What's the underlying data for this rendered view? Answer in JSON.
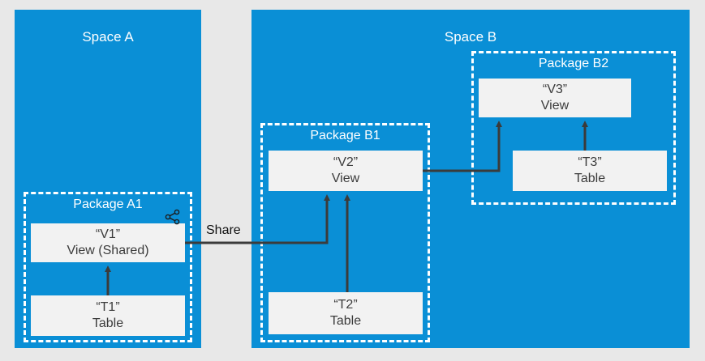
{
  "spaces": {
    "a": {
      "title": "Space A"
    },
    "b": {
      "title": "Space B"
    }
  },
  "packages": {
    "a1": {
      "title": "Package A1"
    },
    "b1": {
      "title": "Package B1"
    },
    "b2": {
      "title": "Package B2"
    }
  },
  "nodes": {
    "v1": {
      "name": "“V1”",
      "type": "View (Shared)"
    },
    "t1": {
      "name": "“T1”",
      "type": "Table"
    },
    "v2": {
      "name": "“V2”",
      "type": "View"
    },
    "t2": {
      "name": "“T2”",
      "type": "Table"
    },
    "v3": {
      "name": "“V3”",
      "type": "View"
    },
    "t3": {
      "name": "“T3”",
      "type": "Table"
    }
  },
  "connector": {
    "share_label": "Share"
  },
  "icons": {
    "share": "share-icon"
  },
  "colors": {
    "space": "#0a8fd6",
    "background": "#e8e8e8",
    "node": "#f2f2f2",
    "line": "#3b3b3b"
  }
}
